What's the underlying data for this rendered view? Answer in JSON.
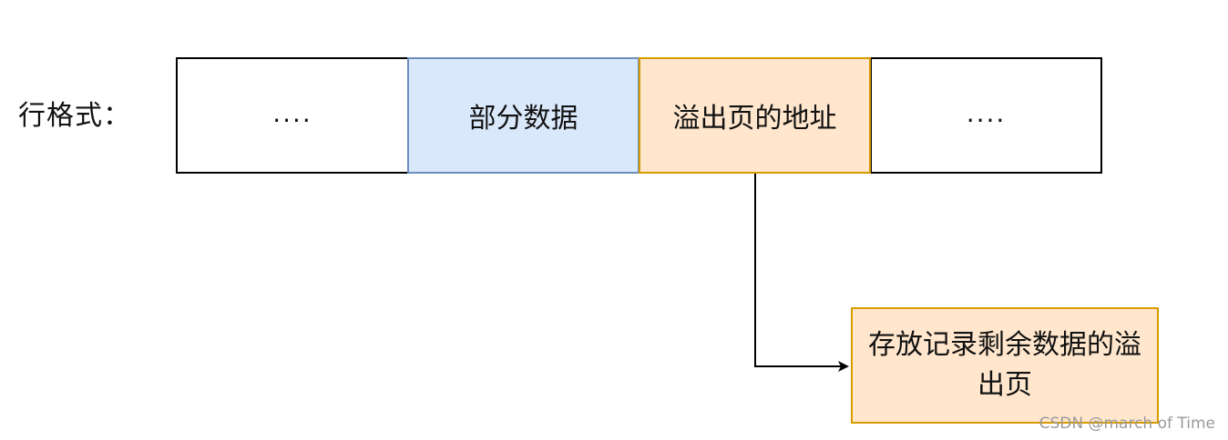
{
  "diagram": {
    "row_label": "行格式：",
    "cells": [
      {
        "label": "...."
      },
      {
        "label": "部分数据"
      },
      {
        "label": "溢出页的地址"
      },
      {
        "label": "...."
      }
    ],
    "overflow_page": {
      "label": "存放记录剩余数据的溢出页"
    }
  },
  "watermark": "CSDN @march of Time",
  "colors": {
    "border": "#000000",
    "partial_fill": "#dae8fc",
    "partial_border": "#6c8ebf",
    "overflow_fill": "#ffe6cc",
    "overflow_border": "#d79b00",
    "arrow": "#000000"
  }
}
